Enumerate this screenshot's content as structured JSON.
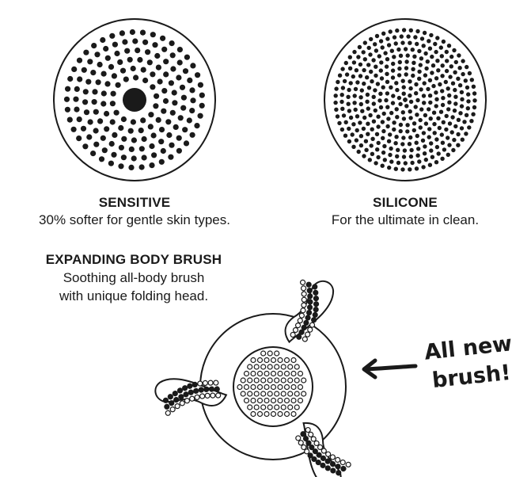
{
  "heads": [
    {
      "title": "SENSITIVE",
      "description": "30% softer for gentle skin types."
    },
    {
      "title": "SILICONE",
      "description": "For the ultimate in clean."
    }
  ],
  "body_brush": {
    "title": "EXPANDING BODY BRUSH",
    "description_line1": "Soothing all-body brush",
    "description_line2": "with unique folding head."
  },
  "callout": {
    "line1": "All new",
    "line2": "brush!"
  },
  "colors": {
    "ink": "#1a1a1a",
    "background": "#ffffff"
  }
}
